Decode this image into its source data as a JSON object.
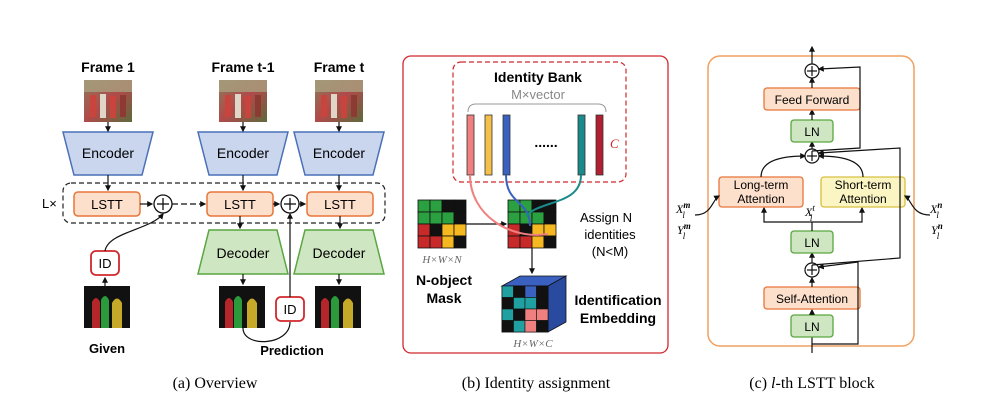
{
  "overview": {
    "frame_1": "Frame 1",
    "frame_t_minus_1": "Frame t-1",
    "frame_t": "Frame t",
    "encoder": "Encoder",
    "decoder": "Decoder",
    "lstt": "LSTT",
    "l_times": "L×",
    "id": "ID",
    "given": "Given",
    "prediction": "Prediction",
    "caption": "(a) Overview"
  },
  "identity": {
    "bank_title": "Identity Bank",
    "bank_sub": "M×vector",
    "dots": "......",
    "c_label": "C",
    "assign": [
      "Assign N",
      "identities",
      "(N<M)"
    ],
    "hwn": "H×W×N",
    "mask_label": [
      "N-object",
      "Mask"
    ],
    "ident_label": [
      "Identification",
      "Embedding"
    ],
    "hwc": "H×W×C",
    "caption": "(b) Identity assignment"
  },
  "lstt_block": {
    "feed_forward": "Feed Forward",
    "ln": "LN",
    "long_term": [
      "Long-term",
      "Attention"
    ],
    "short_term": [
      "Short-term",
      "Attention"
    ],
    "self_attention": "Self-Attention",
    "xm": "X",
    "xm_sup": "m",
    "ym": "Y",
    "ym_sup": "m",
    "xt": "X",
    "xt_sup": "t",
    "xn": "X",
    "xn_sup": "n",
    "yn": "Y",
    "yn_sup": "n",
    "sub_l": "l",
    "caption_l": "l",
    "caption_rest": "-th LSTT block"
  },
  "colors": {
    "encoder_fill": "#c9d6ee",
    "encoder_stroke": "#4a70b8",
    "decoder_fill": "#cfe6c2",
    "decoder_stroke": "#5aa640",
    "lstt_fill": "#fde0cc",
    "lstt_stroke": "#e8753a",
    "red": "#d0282d",
    "orange_panel": "#f0a060"
  }
}
